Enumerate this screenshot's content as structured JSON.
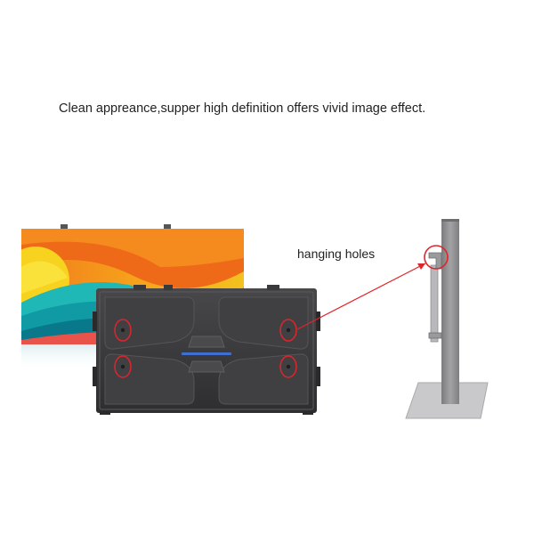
{
  "headline": "Clean appreance,supper high definition offers vivid image effect.",
  "callout": {
    "label": "hanging holes"
  },
  "colors": {
    "highlight_circle": "#e0242a",
    "cabinet_body": "#3a3a3c",
    "stand_post": "#8d8d8f",
    "stand_base": "#c9c9cb",
    "accent_led": "#3f6fd1"
  },
  "icons": {
    "cabinet": "led-cabinet-rear-view",
    "screen": "abstract-sun-wave-artwork",
    "stand": "side-profile-mount-stand"
  }
}
